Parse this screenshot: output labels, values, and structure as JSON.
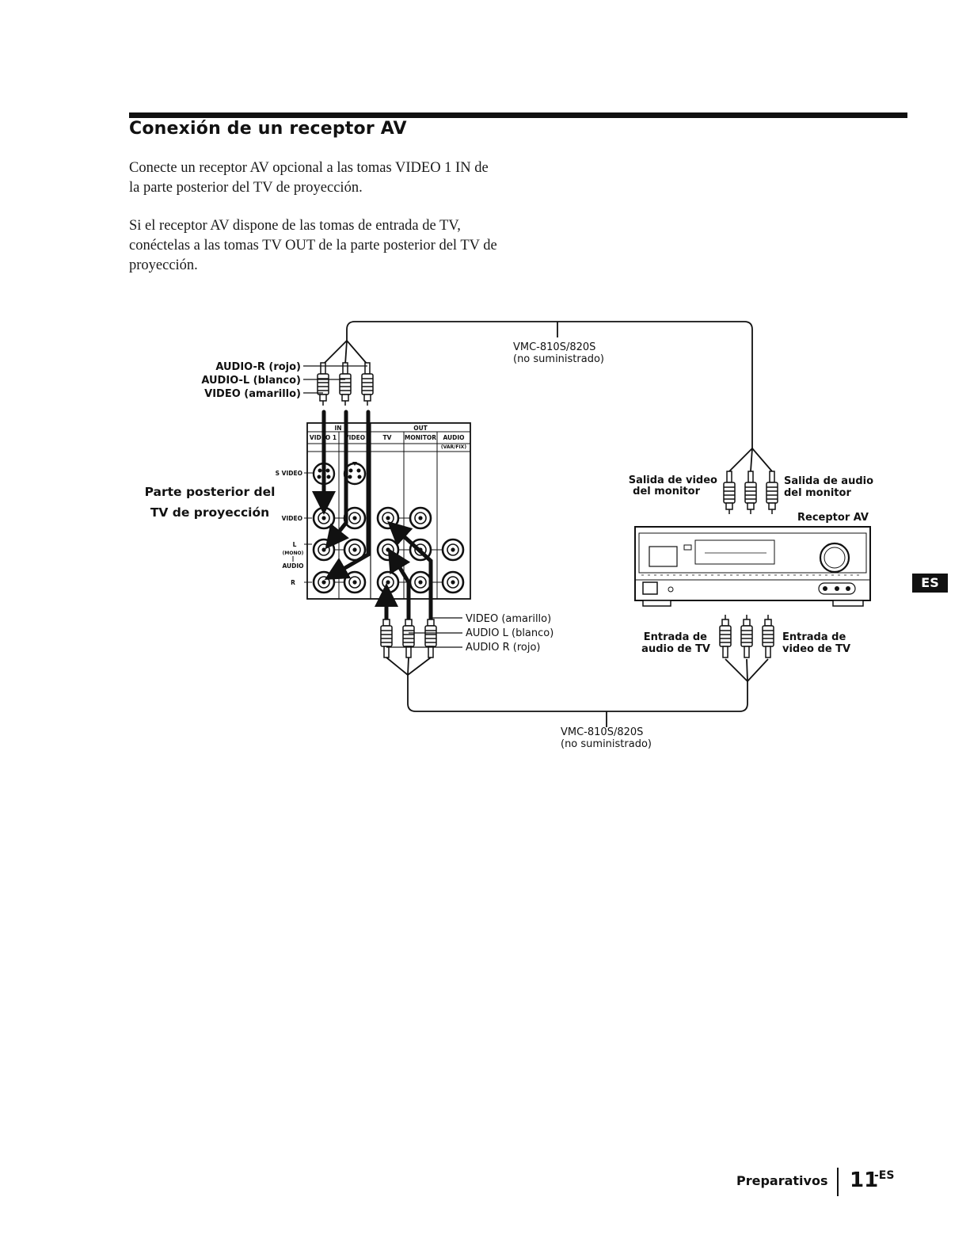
{
  "section_title": "Conexión de un receptor AV",
  "paragraphs": {
    "p1": "Conecte un receptor AV opcional a las tomas VIDEO 1 IN de la parte posterior del TV de proyección.",
    "p2": "Si el receptor AV dispone de las tomas de entrada de TV, conéctelas a las tomas TV OUT de la parte posterior del TV de proyección."
  },
  "diagram": {
    "tv_rear_label_line1": "Parte posterior del",
    "tv_rear_label_line2": "TV de proyección",
    "top_plug_labels": [
      "AUDIO-R (rojo)",
      "AUDIO-L (blanco)",
      "VIDEO (amarillo)"
    ],
    "top_cable_line1": "VMC-810S/820S",
    "top_cable_line2": "(no suministrado)",
    "panel": {
      "in_header": "IN",
      "out_header": "OUT",
      "col_video1": "VIDEO 1",
      "col_video": "VIDEO",
      "col_tv": "TV",
      "col_monitor": "MONITOR",
      "col_audio": "AUDIO",
      "col_audio_sub": "(VAR/FIX)",
      "row_svideo": "S VIDEO",
      "row_video": "VIDEO",
      "row_l": "L",
      "row_mono": "(MONO)",
      "row_audio": "AUDIO",
      "row_r": "R"
    },
    "bottom_plug_labels": [
      "VIDEO (amarillo)",
      "AUDIO L (blanco)",
      "AUDIO R (rojo)"
    ],
    "bottom_cable_line1": "VMC-810S/820S",
    "bottom_cable_line2": "(no suministrado)",
    "monitor_video_out_line1": "Salida de video",
    "monitor_video_out_line2": "del monitor",
    "monitor_audio_out_line1": "Salida de audio",
    "monitor_audio_out_line2": "del monitor",
    "receiver_label": "Receptor AV",
    "tv_audio_in_line1": "Entrada de",
    "tv_audio_in_line2": "audio de TV",
    "tv_video_in_line1": "Entrada de",
    "tv_video_in_line2": "video de TV"
  },
  "side_tab": "ES",
  "footer": {
    "section": "Preparativos",
    "page_number": "11",
    "page_suffix": "-ES"
  }
}
